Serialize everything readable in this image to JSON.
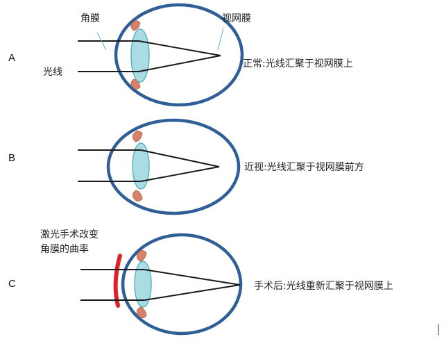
{
  "colors": {
    "eyeball": "#2f5f96",
    "lens_fill": "#a9dde3",
    "lens_stroke": "#5fb0bb",
    "ciliary": "#d9826a",
    "ray": "#1a1a1a",
    "pointer": "#6fa8dc",
    "laser": "#e0202a"
  },
  "panels": [
    {
      "letter": "A",
      "caption": "正常:光线汇聚于视网膜上",
      "labels": {
        "cornea": "角膜",
        "retina": "视网膜",
        "light": "光线"
      },
      "focus": "on-retina"
    },
    {
      "letter": "B",
      "caption": "近视:光线汇聚于视网膜前方",
      "focus": "in-front-of-retina"
    },
    {
      "letter": "C",
      "caption": "手术后:光线重新汇聚于视网膜上",
      "note_lines": [
        "激光手术改变",
        "角膜的曲率"
      ],
      "focus": "on-retina"
    }
  ]
}
